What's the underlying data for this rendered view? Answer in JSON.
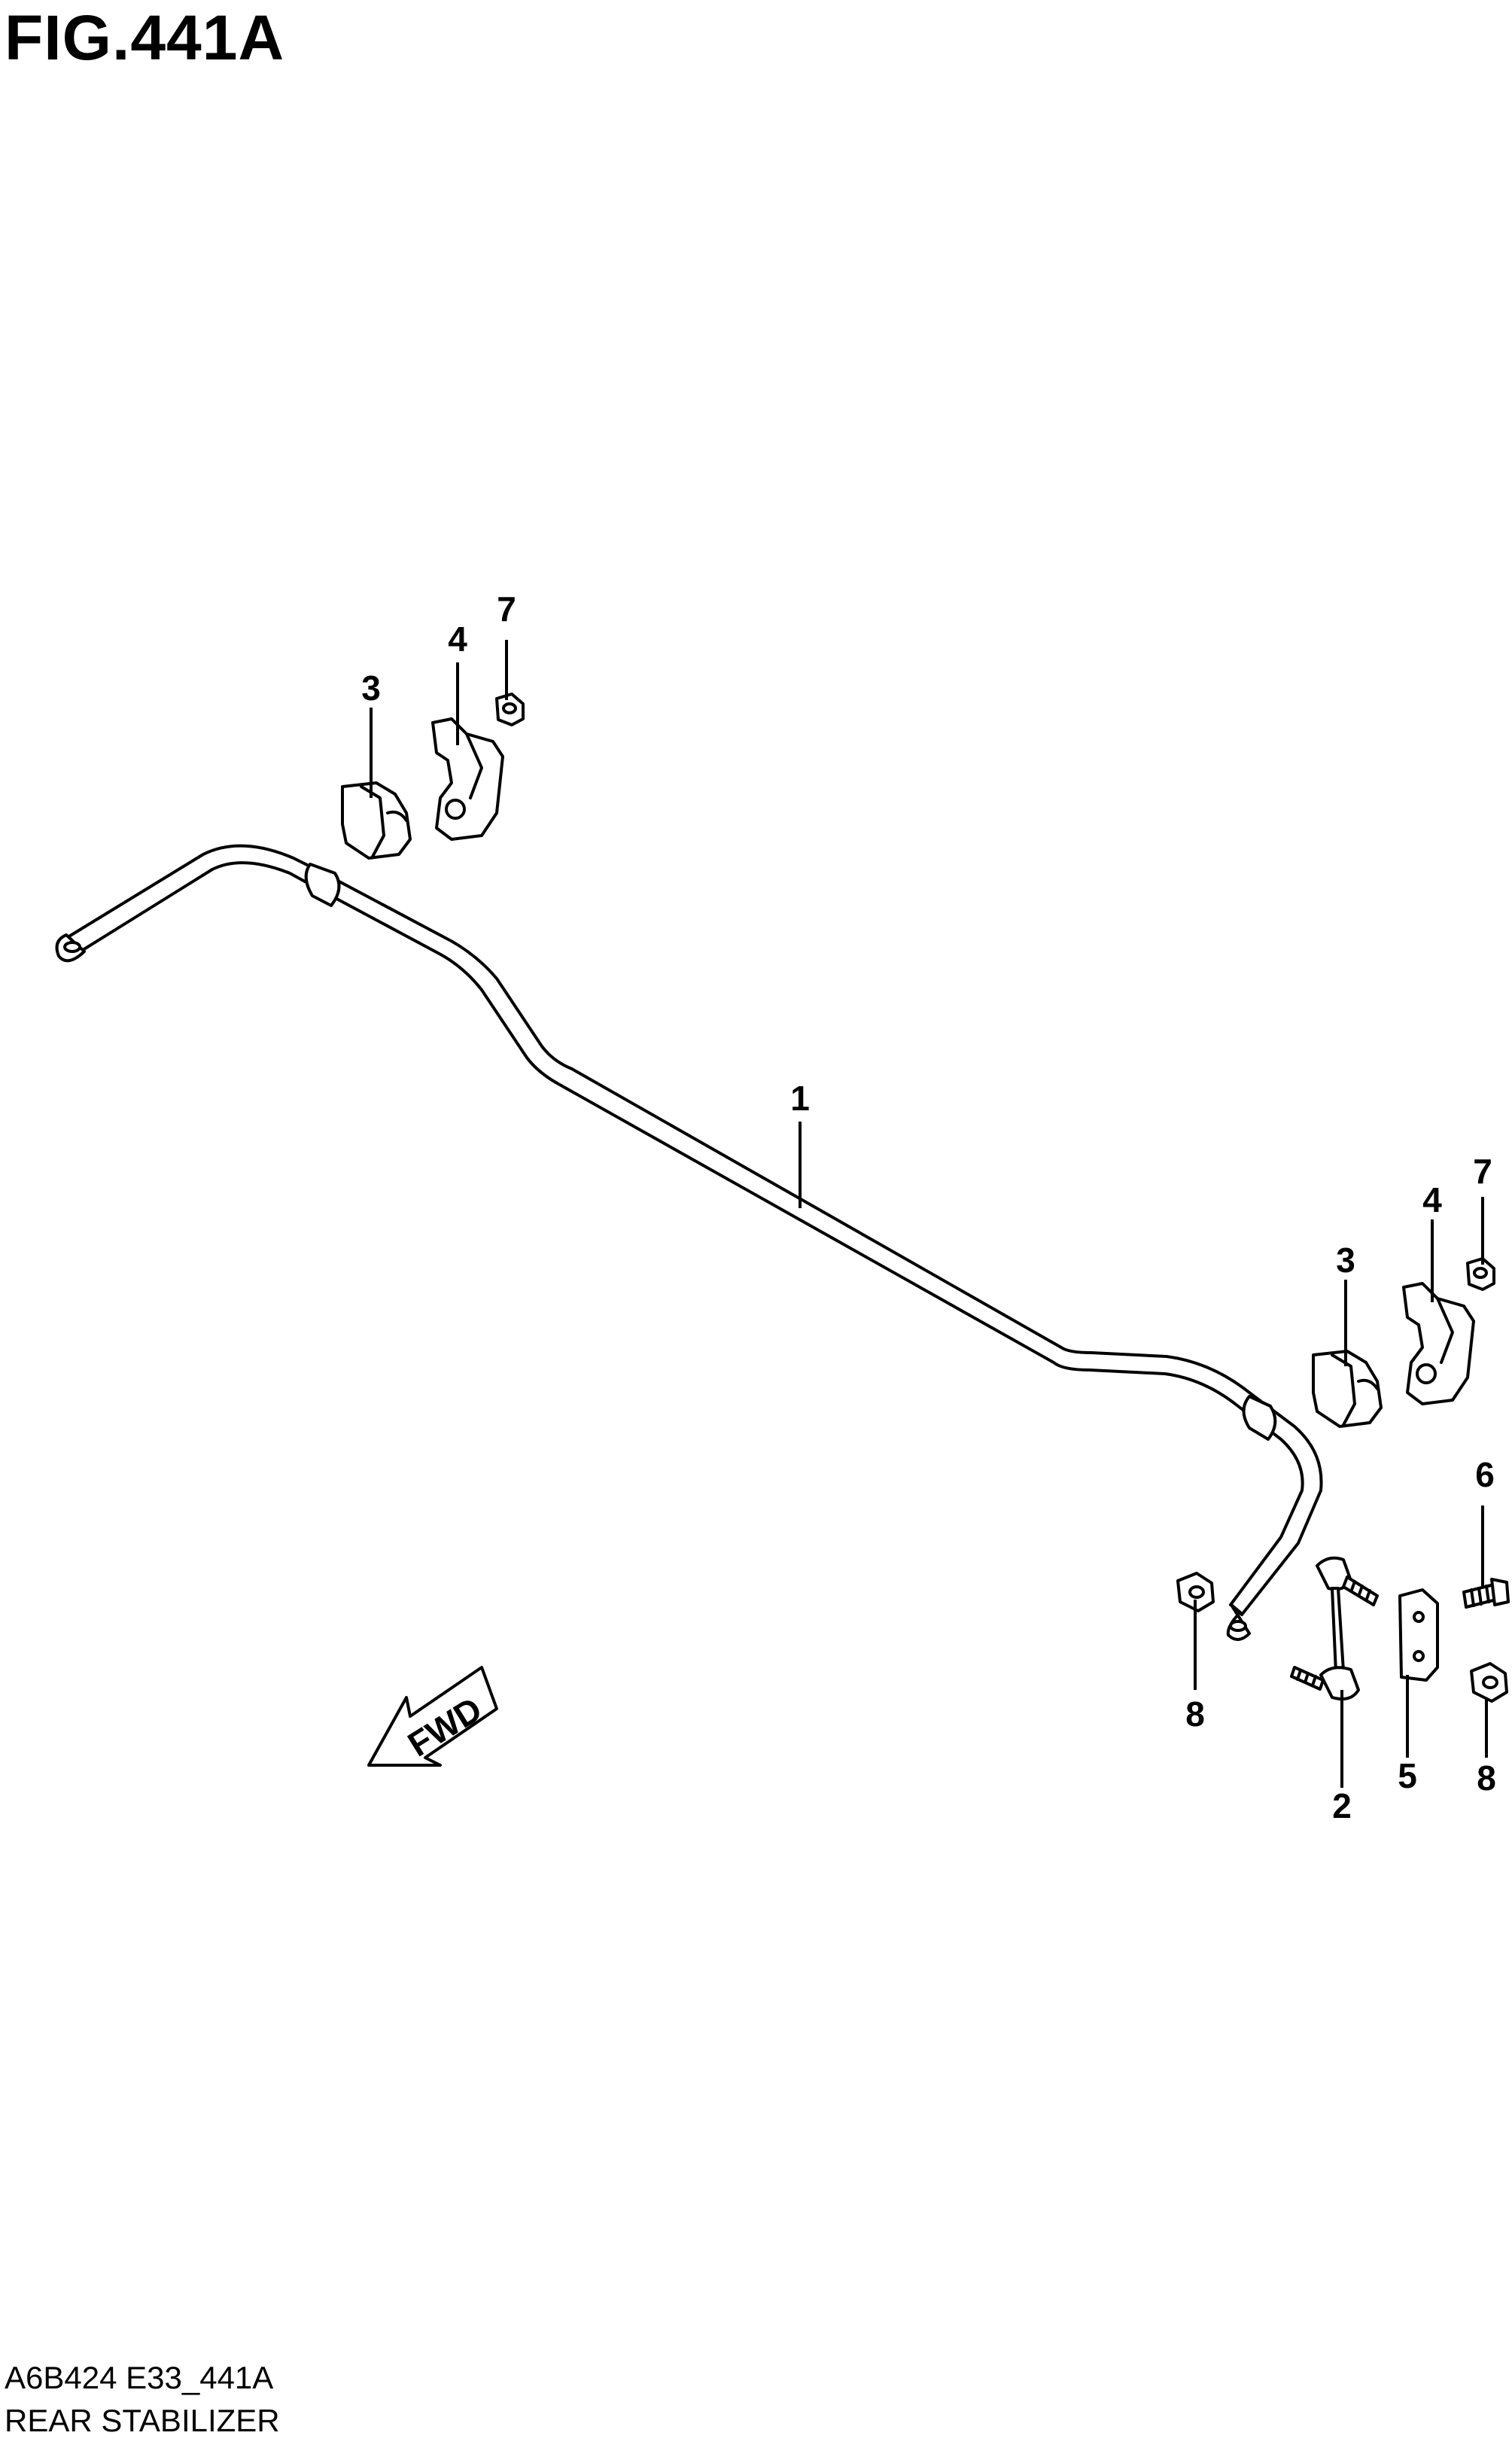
{
  "figure": {
    "title": "FIG.441A",
    "code": "A6B424 E33_441A",
    "name": "REAR STABILIZER"
  },
  "direction_arrow": {
    "label": "FWD",
    "icon": "fwd-arrow-icon"
  },
  "callouts": {
    "bar": "1",
    "link": "2",
    "bushing_left": "3",
    "bushing_right": "3",
    "bracket_left": "4",
    "bracket_right": "4",
    "plate": "5",
    "bolt": "6",
    "nut_left": "7",
    "nut_right": "7",
    "nut_lower_left": "8",
    "nut_lower_right": "8"
  }
}
